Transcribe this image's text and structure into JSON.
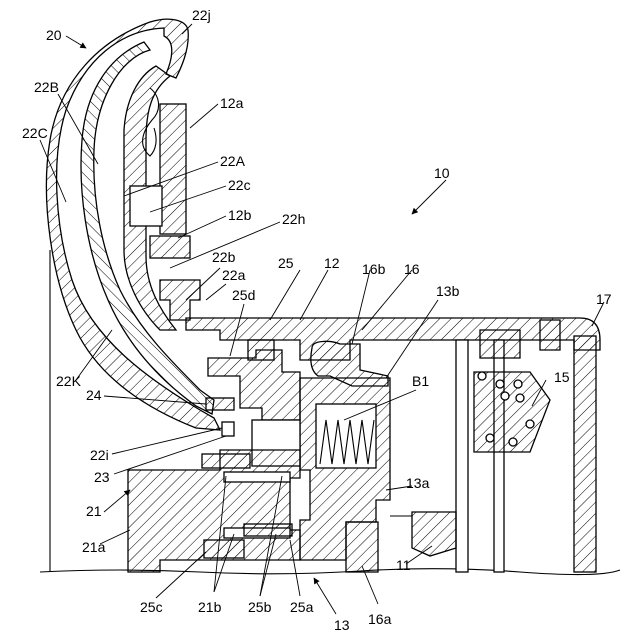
{
  "labels": {
    "l20": "20",
    "l22j": "22j",
    "l22B": "22B",
    "l12a": "12a",
    "l22C": "22C",
    "l22A": "22A",
    "l22c": "22c",
    "l12b": "12b",
    "l22h": "22h",
    "l10": "10",
    "l22b": "22b",
    "l22a": "22a",
    "l25": "25",
    "l12": "12",
    "l16b": "16b",
    "l16": "16",
    "l25d": "25d",
    "l13b": "13b",
    "l17": "17",
    "l22K": "22K",
    "l24": "24",
    "lB1": "B1",
    "l15": "15",
    "l22i": "22i",
    "l23": "23",
    "l13a": "13a",
    "l21": "21",
    "l21a": "21a",
    "l11": "11",
    "l25c": "25c",
    "l21b": "21b",
    "l25b": "25b",
    "l25a": "25a",
    "l13": "13",
    "l16a": "16a"
  },
  "colors": {
    "line": "#000000",
    "background": "#ffffff"
  }
}
